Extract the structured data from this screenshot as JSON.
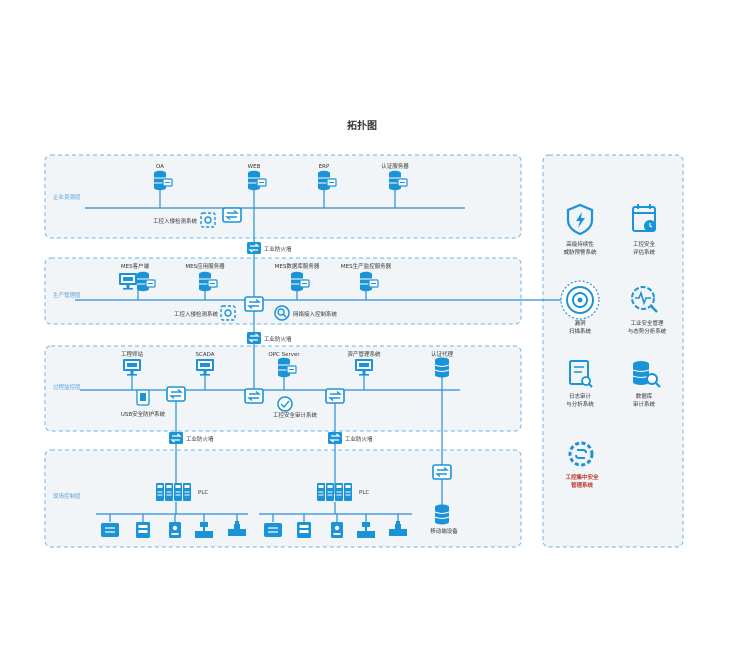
{
  "title": "拓扑图",
  "colors": {
    "accent": "#1a93d8",
    "line": "#2a8fd6",
    "zone_fill": "#f1f5f8",
    "zone_border": "#6fb3e3",
    "zone_label": "#5a9fd6",
    "highlight": "#c0392b"
  },
  "zones": [
    {
      "label": "企业资源层"
    },
    {
      "label": "生产管理层"
    },
    {
      "label": "过程监控层"
    },
    {
      "label": "现场控制层"
    }
  ],
  "enterprise": {
    "oa": "OA",
    "web": "WEB",
    "erp": "ERP",
    "auth_server": "认证服务器",
    "ids": "工控入侵检测系统"
  },
  "firewall": "工业防火墙",
  "production": {
    "mes_client": "MES客户端",
    "mes_app": "MES应用服务器",
    "mes_db": "MES数据库服务器",
    "mes_monitor": "MES生产监控服务器",
    "ids": "工控入侵检测系统",
    "nac": "网络接入控制系统"
  },
  "process": {
    "eng_station": "工程师站",
    "scada": "SCADA",
    "opc": "OPC Server",
    "asset": "资产管理系统",
    "auth_proxy": "认证代理",
    "usb": "USB安全防护系统",
    "audit": "工控安全审计系统"
  },
  "field": {
    "plc": "PLC",
    "mobile": "移动端设备"
  },
  "side_items": [
    {
      "line1": "高级持续性",
      "line2": "威胁预警系统",
      "icon": "shield-bolt-icon"
    },
    {
      "line1": "工控安全",
      "line2": "评估系统",
      "icon": "calendar-clock-icon"
    },
    {
      "line1": "漏洞",
      "line2": "扫描系统",
      "icon": "radar-scan-icon"
    },
    {
      "line1": "工业安全管理",
      "line2": "与态势分析系统",
      "icon": "pulse-search-icon"
    },
    {
      "line1": "日志审计",
      "line2": "与分析系统",
      "icon": "document-search-icon"
    },
    {
      "line1": "数据库",
      "line2": "审计系统",
      "icon": "database-search-icon"
    },
    {
      "line1": "工控集中安全",
      "line2": "管理系统",
      "icon": "gear-link-icon"
    }
  ]
}
